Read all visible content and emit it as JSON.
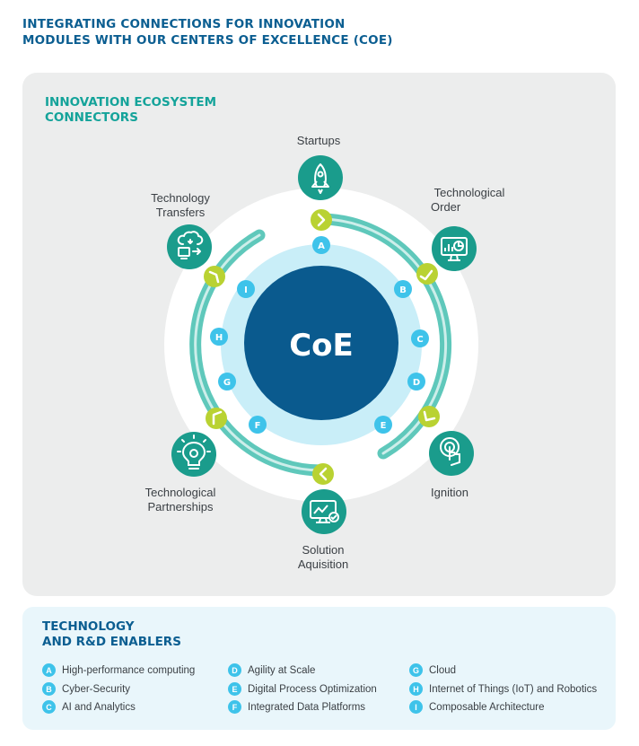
{
  "title": {
    "line1": "INTEGRATING CONNECTIONS FOR INNOVATION",
    "line2": "MODULES WITH OUR CENTERS OF EXCELLENCE (COE)"
  },
  "ecosystem": {
    "heading_line1": "INNOVATION ECOSYSTEM",
    "heading_line2": "CONNECTORS",
    "center_label": "CoE",
    "nodes": [
      {
        "id": "startups",
        "lines": [
          "Startups"
        ],
        "icon": "rocket-icon"
      },
      {
        "id": "technological-order",
        "lines": [
          "Technological",
          "Order"
        ],
        "icon": "dashboard-monitor-icon"
      },
      {
        "id": "ignition",
        "lines": [
          "Ignition"
        ],
        "icon": "touch-icon"
      },
      {
        "id": "solution-aquisition",
        "lines": [
          "Solution",
          "Aquisition"
        ],
        "icon": "monitor-check-icon"
      },
      {
        "id": "technological-partnerships",
        "lines": [
          "Technological",
          "Partnerships"
        ],
        "icon": "lightbulb-gear-icon"
      },
      {
        "id": "technology-transfers",
        "lines": [
          "Technology",
          "Transfers"
        ],
        "icon": "cloud-transfer-icon"
      }
    ],
    "ring_letters": [
      "A",
      "B",
      "C",
      "D",
      "E",
      "F",
      "G",
      "H",
      "I"
    ]
  },
  "enablers": {
    "heading_line1": "TECHNOLOGY",
    "heading_line2": "AND R&D ENABLERS",
    "items": [
      {
        "letter": "A",
        "label": "High-performance computing"
      },
      {
        "letter": "B",
        "label": "Cyber-Security"
      },
      {
        "letter": "C",
        "label": "AI and Analytics"
      },
      {
        "letter": "D",
        "label": "Agility at Scale"
      },
      {
        "letter": "E",
        "label": "Digital Process Optimization"
      },
      {
        "letter": "F",
        "label": "Integrated Data Platforms"
      },
      {
        "letter": "G",
        "label": "Cloud"
      },
      {
        "letter": "H",
        "label": "Internet of Things (IoT) and Robotics"
      },
      {
        "letter": "I",
        "label": "Composable Architecture"
      }
    ]
  },
  "colors": {
    "title_blue": "#0b5e91",
    "teal": "#14a39a",
    "icon_teal": "#1a9c8c",
    "arc_teal": "#5fc8bb",
    "lime": "#b9d232",
    "core_blue": "#0a5a8e",
    "ring_light": "#c9eef8",
    "letter_badge": "#3ec3ea"
  }
}
